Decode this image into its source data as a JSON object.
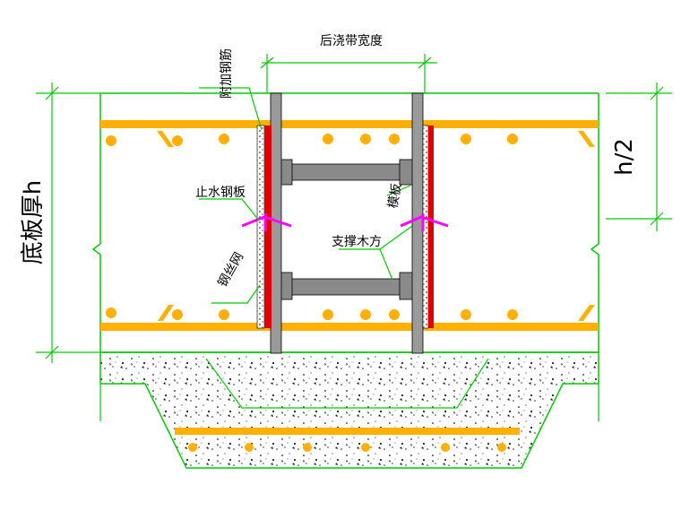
{
  "labels": {
    "width_label": "后浇带宽度",
    "extra_rebar": "附加钢筋",
    "waterstop": "止水钢板",
    "wire_mesh": "钢丝网",
    "formwork": "模板",
    "support": "支撑木方",
    "slab_thickness": "底板厚h",
    "half_h": "h/2"
  },
  "colors": {
    "outline": "#00cc00",
    "rebar": "#ffb000",
    "steel_plate": "#e00000",
    "waterstop": "#ff00ff",
    "timber": "#8a8a8a",
    "concrete_dots": "#222222"
  }
}
